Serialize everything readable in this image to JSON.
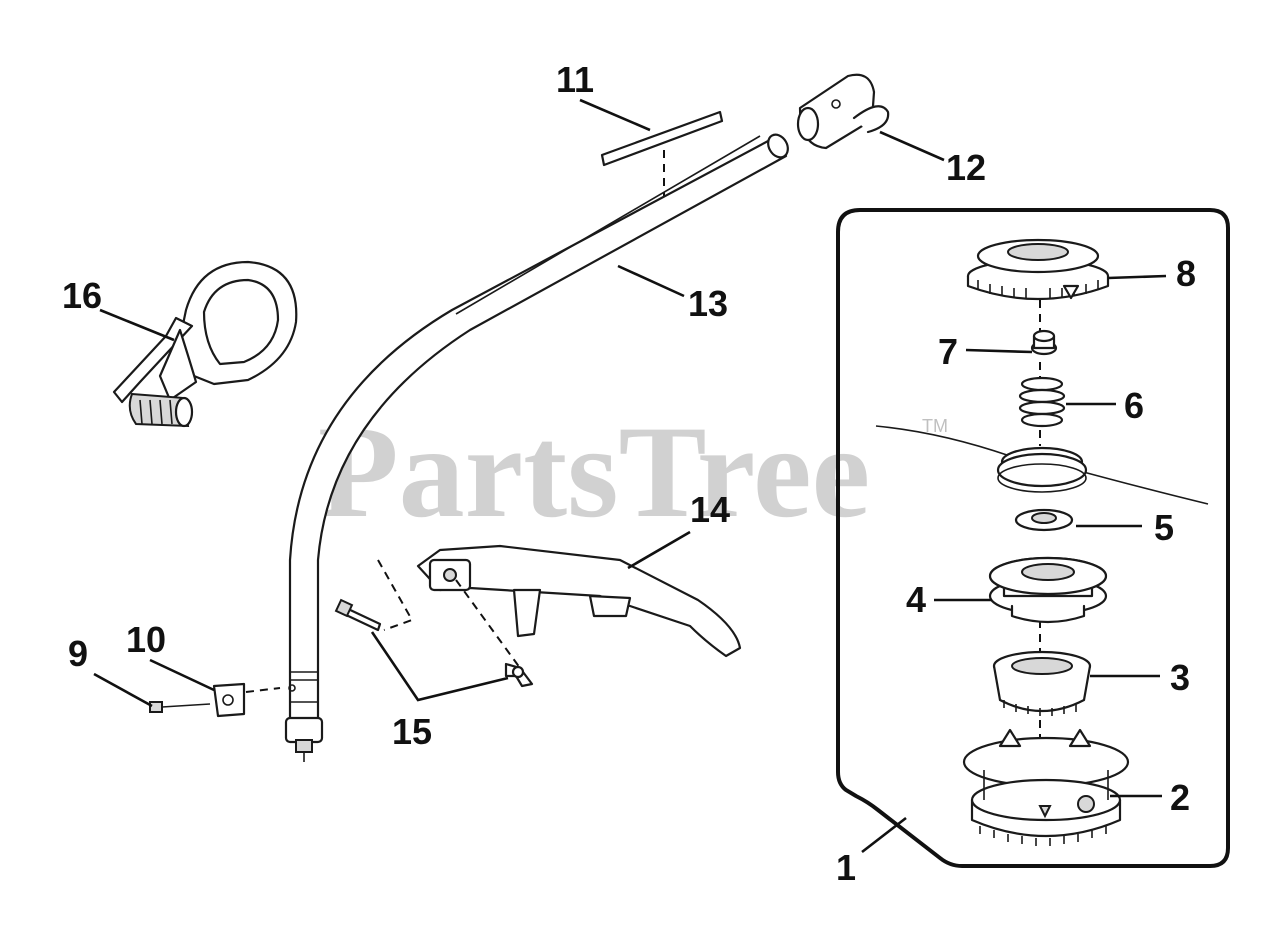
{
  "watermark": {
    "text": "PartsTree",
    "trademark": "TM"
  },
  "callouts": {
    "c1": "1",
    "c2": "2",
    "c3": "3",
    "c4": "4",
    "c5": "5",
    "c6": "6",
    "c7": "7",
    "c8": "8",
    "c9": "9",
    "c10": "10",
    "c11": "11",
    "c12": "12",
    "c13": "13",
    "c14": "14",
    "c15": "15",
    "c16": "16"
  }
}
